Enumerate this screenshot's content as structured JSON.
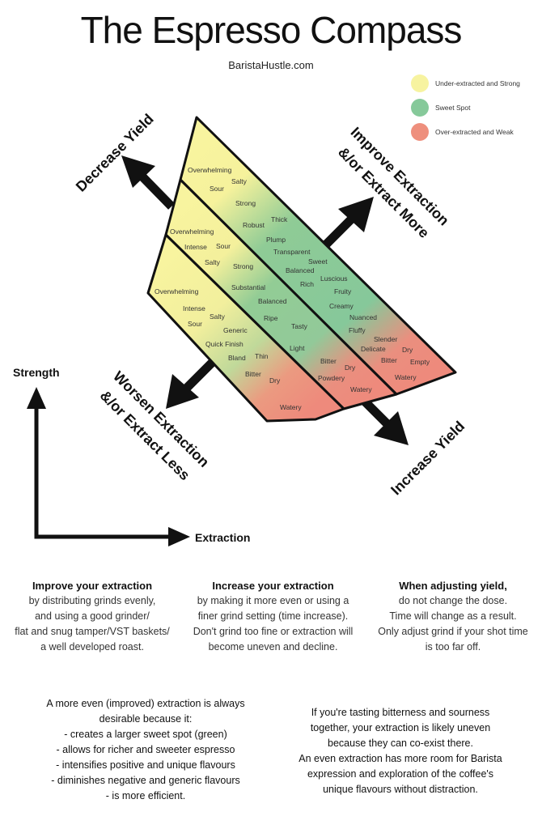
{
  "header": {
    "title": "The Espresso Compass",
    "subtitle": "BaristaHustle.com"
  },
  "legend": [
    {
      "label": "Under-extracted and Strong",
      "color": "#f7f3a0"
    },
    {
      "label": "Sweet Spot",
      "color": "#86c99a"
    },
    {
      "label": "Over-extracted and Weak",
      "color": "#ee8f7d"
    }
  ],
  "arrows": {
    "decrease_yield": "Decrease Yield",
    "improve_1": "Improve Extraction",
    "improve_2": "&/or Extract More",
    "worsen_1": "Worsen Extraction",
    "worsen_2": "&/or Extract Less",
    "increase_yield": "Increase Yield"
  },
  "axes": {
    "y_label": "Strength",
    "x_label": "Extraction"
  },
  "flavour_words": {
    "band_top": [
      "Overwhelming",
      "Salty",
      "Sour",
      "Strong",
      "Thick",
      "Robust",
      "Plump",
      "Transparent",
      "Sweet",
      "Balanced",
      "Luscious",
      "Rich",
      "Fruity",
      "Creamy",
      "Nuanced",
      "Fluffy",
      "Slender",
      "Delicate",
      "Dry",
      "Bitter",
      "Empty",
      "Watery"
    ],
    "band_mid": [
      "Overwhelming",
      "Intense",
      "Sour",
      "Salty",
      "Strong",
      "Substantial",
      "Balanced",
      "Ripe",
      "Tasty",
      "Light",
      "Bitter",
      "Dry",
      "Powdery",
      "Watery"
    ],
    "band_low": [
      "Overwhelming",
      "Intense",
      "Salty",
      "Sour",
      "Generic",
      "Quick Finish",
      "Bland",
      "Thin",
      "Bitter",
      "Dry",
      "Watery"
    ]
  },
  "columns": [
    {
      "heading": "Improve your extraction",
      "lines": [
        "by distributing grinds evenly,",
        "and using a good grinder/",
        "flat and snug tamper/VST baskets/",
        "a well developed roast."
      ]
    },
    {
      "heading": "Increase your extraction",
      "lines": [
        "by making it more even or using a",
        "finer grind setting (time increase).",
        "Don't grind too fine or extraction will",
        "become uneven and decline."
      ]
    },
    {
      "heading": "When adjusting yield,",
      "lines": [
        "do not change the dose.",
        "Time will change as a result.",
        "Only adjust grind if your shot time",
        "is too far off."
      ]
    }
  ],
  "notes": {
    "left": [
      "A more even (improved) extraction is always",
      "desirable because it:",
      "- creates a larger sweet spot (green)",
      "- allows for richer and sweeter espresso",
      "- intensifies positive and unique flavours",
      "- diminishes negative and generic flavours",
      "- is more efficient."
    ],
    "right": [
      "If you're tasting bitterness and sourness",
      "together, your extraction is likely uneven",
      "because they can co-exist there.",
      "An even extraction has more room for Barista",
      "expression and exploration of the coffee's",
      "unique flavours without distraction."
    ]
  }
}
